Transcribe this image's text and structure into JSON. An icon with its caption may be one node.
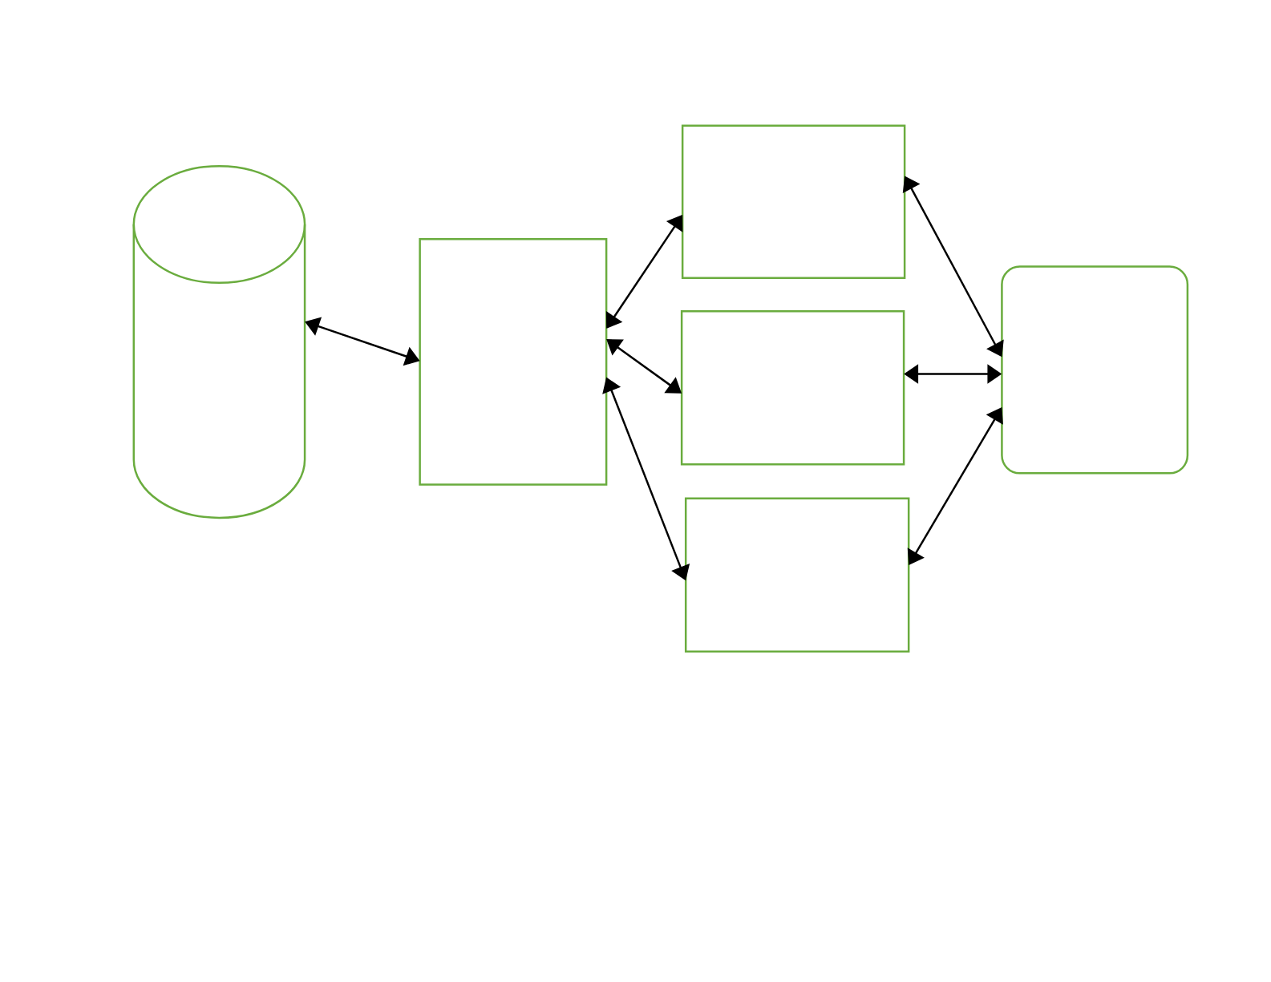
{
  "diagram": {
    "nodes": [
      {
        "text": [],
        "shape": "cylinder"
      },
      {
        "text": [],
        "shape": "box"
      },
      {
        "text": [],
        "shape": "box"
      },
      {
        "text": [],
        "shape": "box"
      },
      {
        "text": [],
        "shape": "box"
      },
      {
        "text": [],
        "shape": "box"
      }
    ],
    "edges": [
      {
        "from": 0,
        "to": 1,
        "arrow": "both"
      },
      {
        "from": 1,
        "to": 2,
        "arrow": "both"
      },
      {
        "from": 1,
        "to": 3,
        "arrow": "both"
      },
      {
        "from": 1,
        "to": 4,
        "arrow": "both"
      },
      {
        "from": 2,
        "to": 5,
        "arrow": "both"
      },
      {
        "from": 3,
        "to": 5,
        "arrow": "both"
      },
      {
        "from": 4,
        "to": 5,
        "arrow": "both"
      }
    ]
  }
}
